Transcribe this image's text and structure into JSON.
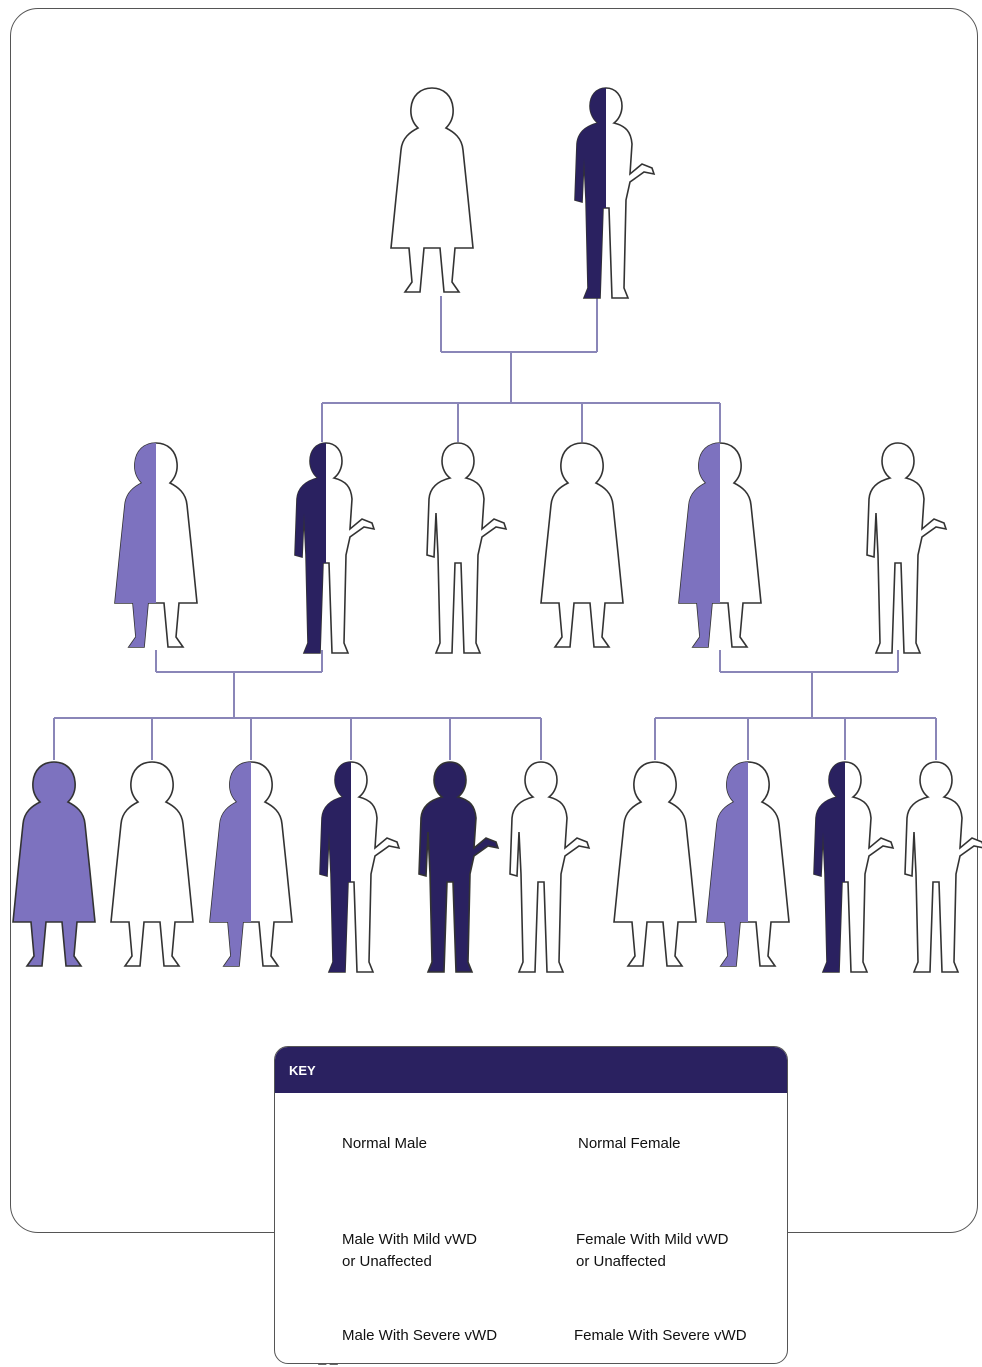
{
  "colors": {
    "mild": "#7d72bf",
    "severe": "#2a2160",
    "line": "#8a86b8",
    "outline": "#333333"
  },
  "key": {
    "title": "KEY",
    "normal_male": "Normal Male",
    "normal_female": "Normal Female",
    "male_mild_line1": "Male With Mild vWD",
    "male_mild_line2": "or Unaffected",
    "female_mild_line1": "Female With Mild vWD",
    "female_mild_line2": "or Unaffected",
    "male_severe": "Male With Severe vWD",
    "female_severe": "Female With Severe vWD"
  },
  "pedigree": {
    "generation_1": [
      {
        "sex": "female",
        "status": "normal"
      },
      {
        "sex": "male",
        "status": "mild"
      }
    ],
    "generation_2": [
      {
        "sex": "female",
        "status": "mild"
      },
      {
        "sex": "male",
        "status": "mild"
      },
      {
        "sex": "male",
        "status": "normal"
      },
      {
        "sex": "female",
        "status": "normal"
      },
      {
        "sex": "female",
        "status": "mild"
      },
      {
        "sex": "male",
        "status": "normal"
      }
    ],
    "generation_3_family_a": [
      {
        "sex": "female",
        "status": "severe"
      },
      {
        "sex": "female",
        "status": "normal"
      },
      {
        "sex": "female",
        "status": "mild"
      },
      {
        "sex": "male",
        "status": "mild"
      },
      {
        "sex": "male",
        "status": "severe"
      },
      {
        "sex": "male",
        "status": "normal"
      }
    ],
    "generation_3_family_b": [
      {
        "sex": "female",
        "status": "normal"
      },
      {
        "sex": "female",
        "status": "mild"
      },
      {
        "sex": "male",
        "status": "mild"
      },
      {
        "sex": "male",
        "status": "normal"
      }
    ]
  }
}
